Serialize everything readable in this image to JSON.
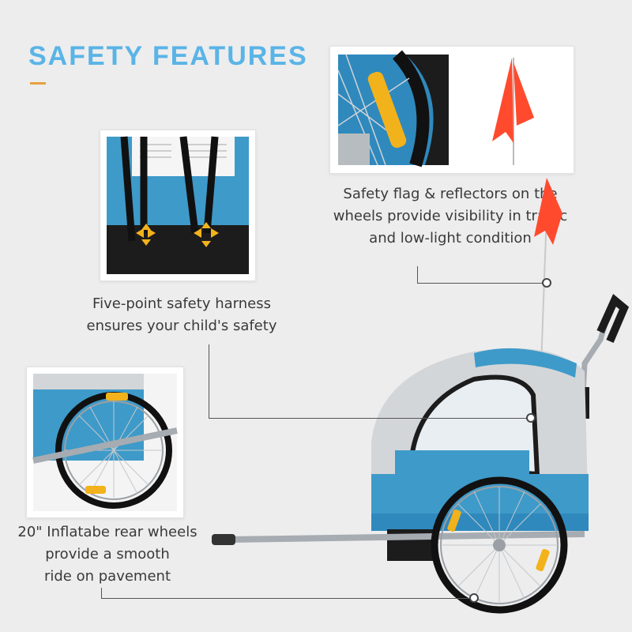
{
  "heading": {
    "title": "SAFETY FEATURES"
  },
  "captions": {
    "flag": [
      "Safety flag & reflectors on the",
      "wheels provide visibility in traffic",
      "and low-light condition"
    ],
    "harness": [
      "Five-point safety harness",
      "ensures your child's safety"
    ],
    "wheels": [
      "20\" Inflatabe rear wheels",
      "provide a smooth",
      "ride on pavement"
    ]
  },
  "colors": {
    "title": "#5ab4e6",
    "accent": "#e8a13c",
    "fabric_blue": "#3e9ac9",
    "fabric_grey": "#d3d6d8",
    "frame": "#a6acb1",
    "flag": "#ff4a2e",
    "reflector": "#f2b21b"
  },
  "icons": [
    "reflector-icon",
    "safety-flag-icon",
    "harness-arrow-icon",
    "callout-dot-icon"
  ]
}
